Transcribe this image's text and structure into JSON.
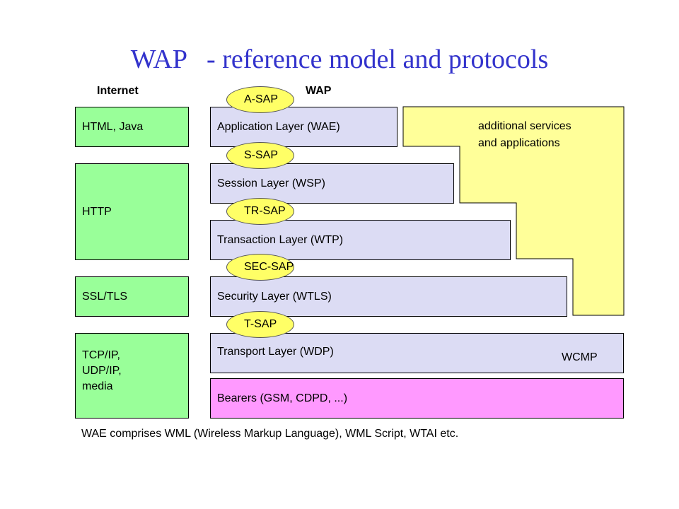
{
  "title": "WAP   - reference model and protocols",
  "columns": {
    "internet": "Internet",
    "wap": "WAP"
  },
  "internet_stack": {
    "html_java": "HTML, Java",
    "http": "HTTP",
    "ssl_tls": "SSL/TLS",
    "tcp_ip": [
      "TCP/IP,",
      "UDP/IP,",
      "media"
    ]
  },
  "wap_stack": {
    "application": "Application Layer (WAE)",
    "session": "Session Layer (WSP)",
    "transaction": "Transaction Layer (WTP)",
    "security": "Security Layer (WTLS)",
    "transport": "Transport Layer (WDP)",
    "wcmp": "WCMP",
    "bearers": "Bearers  (GSM, CDPD, ...)"
  },
  "saps": [
    "A-SAP",
    "S-SAP",
    "TR-SAP",
    "SEC-SAP",
    "T-SAP"
  ],
  "additional": [
    "additional services",
    "and applications"
  ],
  "footer": "WAE comprises WML (Wireless Markup Language), WML Script, WTAI etc.",
  "colors": {
    "title": "#3333cc",
    "internet_box": "#99ff99",
    "wap_layer": "#dcdcf4",
    "bearers": "#ff99ff",
    "sap": "#ffff66",
    "additional_services": "#ffff99"
  }
}
